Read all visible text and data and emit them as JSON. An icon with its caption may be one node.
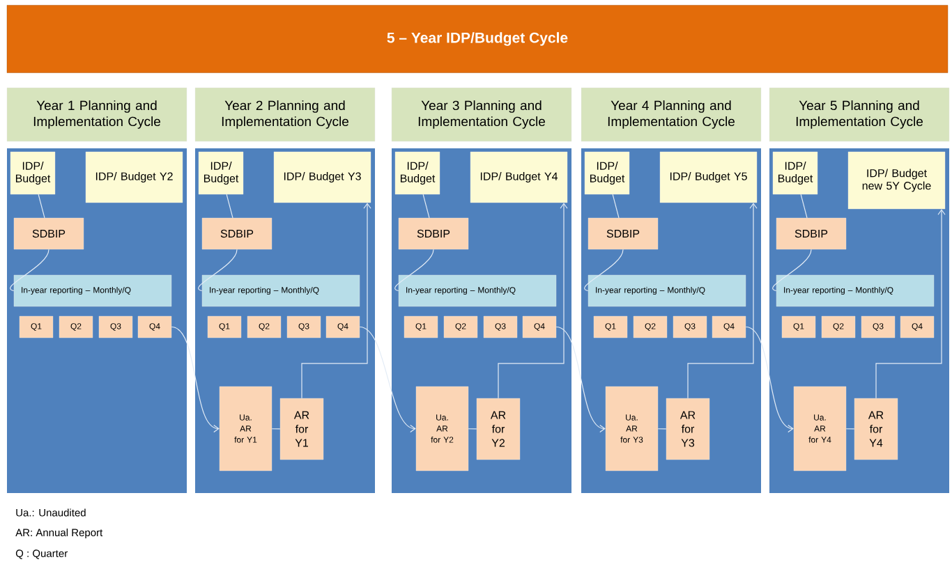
{
  "diagram": {
    "title": "5 – Year IDP/Budget Cycle",
    "nodes": [
      {
        "text": [
          "Year 1 Planning and Implementation Cycle"
        ]
      },
      {
        "text": [],
        "shape": "box"
      },
      {
        "text": [
          "IDP/ Budget"
        ],
        "in": 1
      },
      {
        "text": [
          "IDP/ Budget Y2"
        ],
        "in": 1
      },
      {
        "text": [
          "SDBIP"
        ],
        "in": 1
      },
      {
        "text": [
          "In-year reporting – Monthly/Q"
        ],
        "in": 1
      },
      {
        "text": [
          "Q1"
        ],
        "in": 1
      },
      {
        "text": [
          "Q2"
        ],
        "in": 1
      },
      {
        "text": [
          "Q3"
        ],
        "in": 1
      },
      {
        "text": [
          "Q4"
        ],
        "in": 1
      },
      {
        "text": [
          "Year 2 Planning and Implementation Cycle"
        ]
      },
      {
        "text": [],
        "shape": "box"
      },
      {
        "text": [
          "IDP/ Budget"
        ],
        "in": 11
      },
      {
        "text": [
          "IDP/ Budget Y3"
        ],
        "in": 11
      },
      {
        "text": [
          "SDBIP"
        ],
        "in": 11
      },
      {
        "text": [
          "In-year reporting – Monthly/Q"
        ],
        "in": 11
      },
      {
        "text": [
          "Q1"
        ],
        "in": 11
      },
      {
        "text": [
          "Q2"
        ],
        "in": 11
      },
      {
        "text": [
          "Q3"
        ],
        "in": 11
      },
      {
        "text": [
          "Q4"
        ],
        "in": 11
      },
      {
        "text": [
          "Ua. AR for Y1"
        ],
        "in": 11
      },
      {
        "text": [
          "AR for Y1"
        ],
        "in": 11
      },
      {
        "text": [
          "Year 3 Planning and Implementation Cycle"
        ]
      },
      {
        "text": [],
        "shape": "box"
      },
      {
        "text": [
          "IDP/ Budget"
        ],
        "in": 23
      },
      {
        "text": [
          "IDP/ Budget Y4"
        ],
        "in": 23
      },
      {
        "text": [
          "SDBIP"
        ],
        "in": 23
      },
      {
        "text": [
          "In-year reporting – Monthly/Q"
        ],
        "in": 23
      },
      {
        "text": [
          "Q1"
        ],
        "in": 23
      },
      {
        "text": [
          "Q2"
        ],
        "in": 23
      },
      {
        "text": [
          "Q3"
        ],
        "in": 23
      },
      {
        "text": [
          "Q4"
        ],
        "in": 23
      },
      {
        "text": [
          "Ua. AR for Y2"
        ],
        "in": 23
      },
      {
        "text": [
          "AR for Y2"
        ],
        "in": 23
      },
      {
        "text": [
          "Year 4 Planning and Implementation Cycle"
        ]
      },
      {
        "text": [],
        "shape": "box"
      },
      {
        "text": [
          "IDP/ Budget"
        ],
        "in": 35
      },
      {
        "text": [
          "IDP/ Budget Y5"
        ],
        "in": 35
      },
      {
        "text": [
          "SDBIP"
        ],
        "in": 35
      },
      {
        "text": [
          "In-year reporting – Monthly/Q"
        ],
        "in": 35
      },
      {
        "text": [
          "Q1"
        ],
        "in": 35
      },
      {
        "text": [
          "Q2"
        ],
        "in": 35
      },
      {
        "text": [
          "Q3"
        ],
        "in": 35
      },
      {
        "text": [
          "Q4"
        ],
        "in": 35
      },
      {
        "text": [
          "Ua. AR for Y3"
        ],
        "in": 35
      },
      {
        "text": [
          "AR for Y3"
        ],
        "in": 35
      },
      {
        "text": [
          "Year 5 Planning and Implementation Cycle"
        ]
      },
      {
        "text": [],
        "shape": "box"
      },
      {
        "text": [
          "IDP/ Budget"
        ],
        "in": 47
      },
      {
        "text": [
          "IDP/ Budget new 5Y Cycle"
        ],
        "in": 47
      },
      {
        "text": [
          "SDBIP"
        ],
        "in": 47
      },
      {
        "text": [
          "In-year reporting – Monthly/Q"
        ],
        "in": 47
      },
      {
        "text": [
          "Q1"
        ],
        "in": 47
      },
      {
        "text": [
          "Q2"
        ],
        "in": 47
      },
      {
        "text": [
          "Q3"
        ],
        "in": 47
      },
      {
        "text": [
          "Q4"
        ],
        "in": 47
      },
      {
        "text": [
          "Ua. AR for Y4"
        ],
        "in": 47
      },
      {
        "text": [
          "AR for Y4"
        ],
        "in": 47
      }
    ],
    "edges": [
      {
        "from": 2,
        "to": 4,
        "arrow": "none"
      },
      {
        "from": 4,
        "to": 5,
        "arrow": "none"
      },
      {
        "from": 9,
        "to": 20,
        "arrow": "to"
      },
      {
        "from": 12,
        "to": 14,
        "arrow": "none"
      },
      {
        "from": 14,
        "to": 15,
        "arrow": "none"
      },
      {
        "from": 20,
        "to": 21,
        "arrow": "none"
      },
      {
        "from": 21,
        "to": 13,
        "arrow": "to"
      },
      {
        "from": 19,
        "to": 32,
        "arrow": "to"
      },
      {
        "from": 24,
        "to": 26,
        "arrow": "none"
      },
      {
        "from": 26,
        "to": 27,
        "arrow": "none"
      },
      {
        "from": 32,
        "to": 33,
        "arrow": "none"
      },
      {
        "from": 33,
        "to": 25,
        "arrow": "to"
      },
      {
        "from": 31,
        "to": 44,
        "arrow": "to"
      },
      {
        "from": 36,
        "to": 38,
        "arrow": "none"
      },
      {
        "from": 38,
        "to": 39,
        "arrow": "none"
      },
      {
        "from": 44,
        "to": 45,
        "arrow": "none"
      },
      {
        "from": 45,
        "to": 37,
        "arrow": "to"
      },
      {
        "from": 43,
        "to": 56,
        "arrow": "to"
      },
      {
        "from": 48,
        "to": 50,
        "arrow": "none"
      },
      {
        "from": 50,
        "to": 51,
        "arrow": "none"
      },
      {
        "from": 56,
        "to": 57,
        "arrow": "none"
      },
      {
        "from": 57,
        "to": 49,
        "arrow": "to"
      }
    ],
    "labels": [
      "Ua.: Unaudited",
      "AR: Annual Report",
      "Q : Quarter"
    ]
  }
}
